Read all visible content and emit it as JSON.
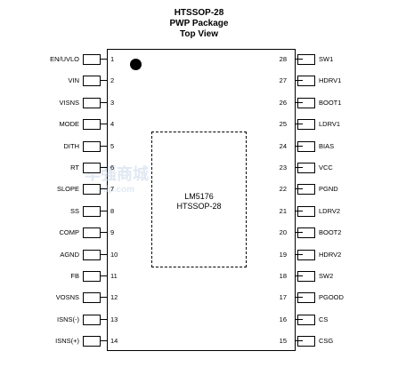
{
  "header": {
    "part": "HTSSOP-28",
    "package": "PWP Package",
    "view": "Top View"
  },
  "exposed_pad": {
    "device": "LM5176",
    "package": "HTSSOP-28"
  },
  "pins_left": [
    {
      "num": "1",
      "name": "EN/UVLO"
    },
    {
      "num": "2",
      "name": "VIN"
    },
    {
      "num": "3",
      "name": "VISNS"
    },
    {
      "num": "4",
      "name": "MODE"
    },
    {
      "num": "5",
      "name": "DITH"
    },
    {
      "num": "6",
      "name": "RT"
    },
    {
      "num": "7",
      "name": "SLOPE"
    },
    {
      "num": "8",
      "name": "SS"
    },
    {
      "num": "9",
      "name": "COMP"
    },
    {
      "num": "10",
      "name": "AGND"
    },
    {
      "num": "11",
      "name": "FB"
    },
    {
      "num": "12",
      "name": "VOSNS"
    },
    {
      "num": "13",
      "name": "ISNS(-)"
    },
    {
      "num": "14",
      "name": "ISNS(+)"
    }
  ],
  "pins_right": [
    {
      "num": "28",
      "name": "SW1"
    },
    {
      "num": "27",
      "name": "HDRV1"
    },
    {
      "num": "26",
      "name": "BOOT1"
    },
    {
      "num": "25",
      "name": "LDRV1"
    },
    {
      "num": "24",
      "name": "BIAS"
    },
    {
      "num": "23",
      "name": "VCC"
    },
    {
      "num": "22",
      "name": "PGND"
    },
    {
      "num": "21",
      "name": "LDRV2"
    },
    {
      "num": "20",
      "name": "BOOT2"
    },
    {
      "num": "19",
      "name": "HDRV2"
    },
    {
      "num": "18",
      "name": "SW2"
    },
    {
      "num": "17",
      "name": "PGOOD"
    },
    {
      "num": "16",
      "name": "CS"
    },
    {
      "num": "15",
      "name": "CSG"
    }
  ],
  "watermark": {
    "line1": "华强商城",
    "line2": "hqchip.com"
  }
}
